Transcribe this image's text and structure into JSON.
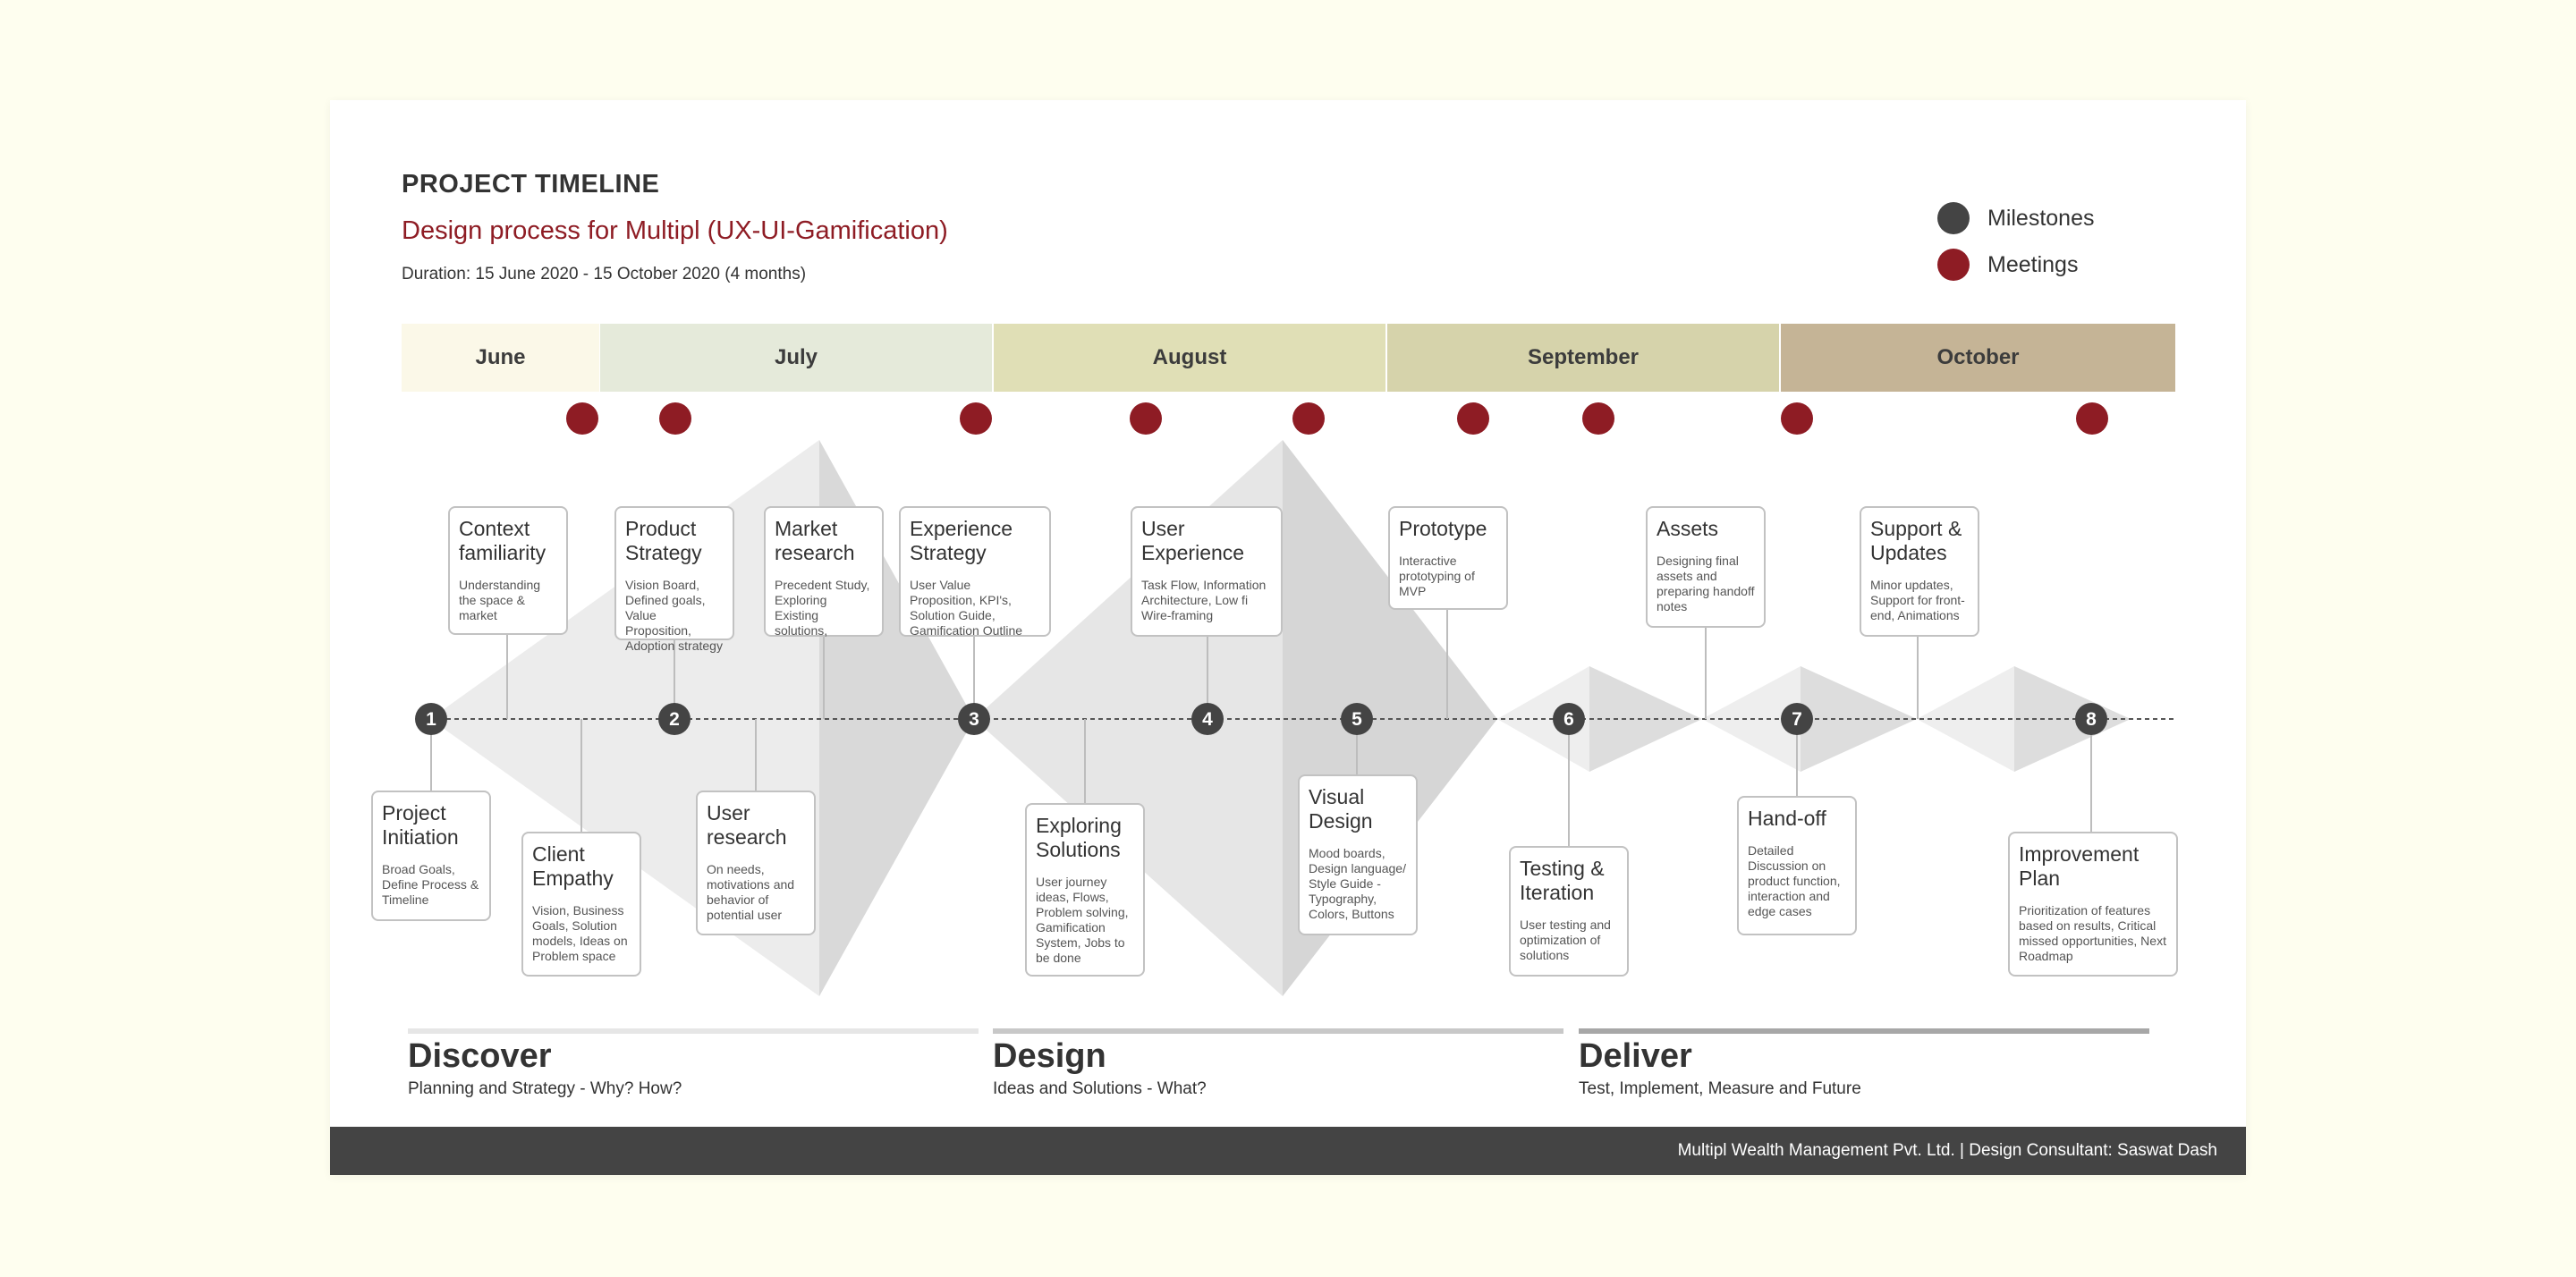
{
  "header": {
    "title": "PROJECT TIMELINE",
    "subtitle": "Design process for Multipl (UX-UI-Gamification)",
    "duration": "Duration: 15 June 2020 - 15 October 2020 (4 months)"
  },
  "legend": [
    {
      "label": "Milestones",
      "color": "#444444"
    },
    {
      "label": "Meetings",
      "color": "#8e1c24"
    }
  ],
  "months": [
    {
      "name": "June",
      "color": "#fbf8e8"
    },
    {
      "name": "July",
      "color": "#e5eada"
    },
    {
      "name": "August",
      "color": "#e0dfb6"
    },
    {
      "name": "September",
      "color": "#d6d3ab"
    },
    {
      "name": "October",
      "color": "#c5b496"
    }
  ],
  "milestones": [
    "1",
    "2",
    "3",
    "4",
    "5",
    "6",
    "7",
    "8"
  ],
  "steps": {
    "context": {
      "title": "Context familiarity",
      "desc": "Understanding the space & market"
    },
    "product": {
      "title": "Product Strategy",
      "desc": "Vision Board, Defined goals, Value Proposition, Adoption strategy"
    },
    "market": {
      "title": "Market research",
      "desc": "Precedent Study, Exploring Existing solutions,"
    },
    "experience": {
      "title": "Experience Strategy",
      "desc": "User Value Proposition, KPI's, Solution Guide, Gamification Outline"
    },
    "ux": {
      "title": "User Experience",
      "desc": "Task Flow, Information Architecture, Low fi Wire-framing"
    },
    "prototype": {
      "title": "Prototype",
      "desc": "Interactive prototyping of MVP"
    },
    "assets": {
      "title": "Assets",
      "desc": "Designing final assets and preparing handoff notes"
    },
    "support": {
      "title": "Support & Updates",
      "desc": "Minor updates, Support for front-end, Animations"
    },
    "initiation": {
      "title": "Project Initiation",
      "desc": "Broad Goals, Define Process & Timeline"
    },
    "empathy": {
      "title": "Client Empathy",
      "desc": "Vision, Business Goals, Solution models, Ideas on Problem space"
    },
    "userresearch": {
      "title": "User research",
      "desc": "On needs, motivations and behavior of potential user"
    },
    "exploring": {
      "title": "Exploring Solutions",
      "desc": "User journey ideas, Flows, Problem solving, Gamification System, Jobs to be done"
    },
    "visual": {
      "title": "Visual Design",
      "desc": "Mood boards, Design language/ Style Guide - Typography, Colors, Buttons"
    },
    "testing": {
      "title": "Testing & Iteration",
      "desc": "User testing and optimization of solutions"
    },
    "handoff": {
      "title": "Hand-off",
      "desc": "Detailed Discussion on product function, interaction and edge cases"
    },
    "improvement": {
      "title": "Improvement Plan",
      "desc": "Prioritization of features based on results, Critical missed opportunities, Next Roadmap"
    }
  },
  "phases": [
    {
      "title": "Discover",
      "subtitle": "Planning and Strategy - Why? How?"
    },
    {
      "title": "Design",
      "subtitle": "Ideas and Solutions - What?"
    },
    {
      "title": "Deliver",
      "subtitle": "Test, Implement, Measure and Future"
    }
  ],
  "footer": "Multipl Wealth Management Pvt. Ltd. | Design Consultant: Saswat Dash"
}
